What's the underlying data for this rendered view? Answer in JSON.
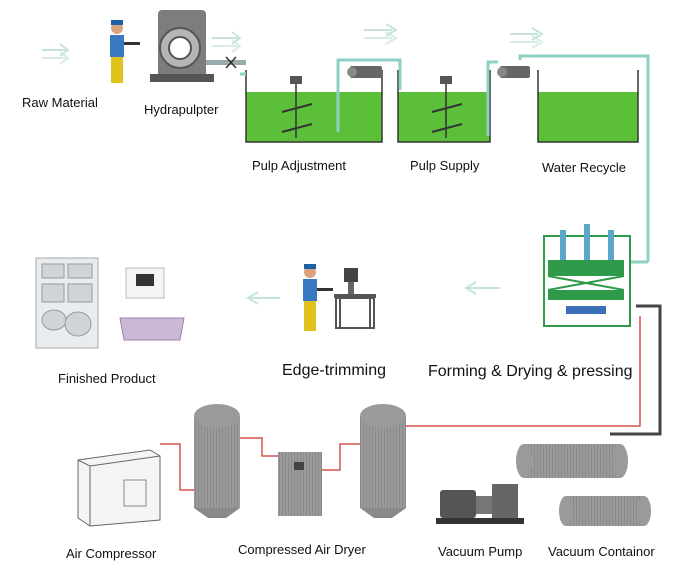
{
  "labels": {
    "raw_material": "Raw Material",
    "hydrapulpter": "Hydrapulpter",
    "pulp_adjustment": "Pulp Adjustment",
    "pulp_supply": "Pulp Supply",
    "water_recycle": "Water Recycle",
    "finished_product": "Finished Product",
    "edge_trimming": "Edge-trimming",
    "forming": "Forming & Drying & pressing",
    "air_compressor": "Air Compressor",
    "compressed_air_dryer": "Compressed Air Dryer",
    "vacuum_pump": "Vacuum Pump",
    "vacuum_container": "Vacuum Containor"
  },
  "colors": {
    "pulp_green": "#5cbf3a",
    "pipe_teal": "#8fd0c4",
    "pipe_red": "#d9534f",
    "pipe_dark": "#444444",
    "flow_arrow": "#cfe6e2",
    "tank_gray": "#8a8a8a",
    "machine_green": "#2f9a4a"
  }
}
